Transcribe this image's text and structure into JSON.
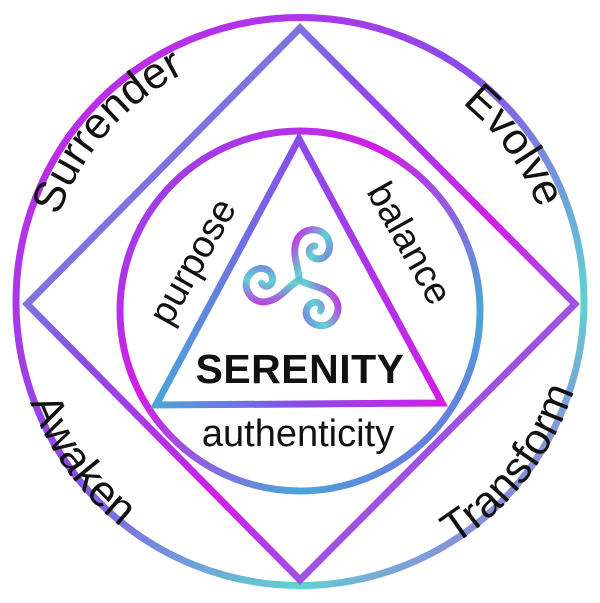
{
  "colors": {
    "magenta": "#d21ee6",
    "violet": "#8a4ce8",
    "teal": "#5fd3d0",
    "blue": "#4aa6d8",
    "text": "#111111"
  },
  "outer_words": {
    "top_left": "Surrender",
    "top_right": "Evolve",
    "bottom_left": "Awaken",
    "bottom_right": "Transform"
  },
  "inner_words": {
    "left": "purpose",
    "right": "balance",
    "bottom": "authenticity"
  },
  "center": {
    "title": "SERENITY"
  },
  "icon": "triskele-spiral-icon"
}
